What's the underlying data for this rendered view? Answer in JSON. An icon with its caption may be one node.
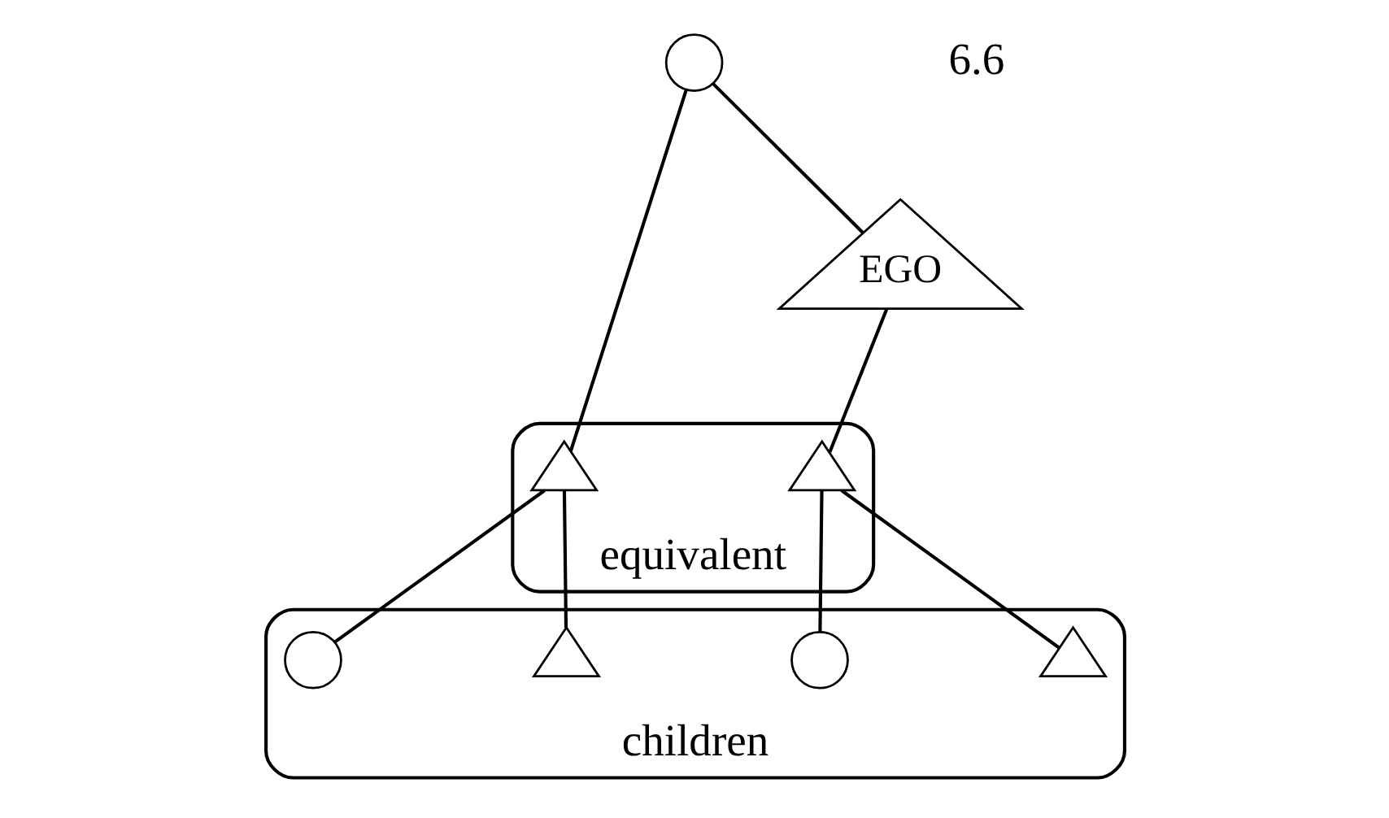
{
  "diagram": {
    "nodes": [
      {
        "text": [],
        "shape": "circle"
      },
      {
        "text": [
          "equivalent"
        ]
      },
      {
        "text": [],
        "shape": "triangle",
        "in": 1
      },
      {
        "text": [
          "EGO"
        ]
      },
      {
        "text": [],
        "shape": "triangle",
        "in": 1
      },
      {
        "text": [
          "children"
        ]
      },
      {
        "text": [],
        "shape": "triangle",
        "in": 5
      },
      {
        "text": [],
        "shape": "circle",
        "in": 5
      },
      {
        "text": [],
        "shape": "triangle",
        "in": 5
      },
      {
        "text": [],
        "shape": "circle",
        "in": 5
      }
    ],
    "edges": [
      {
        "from": 0,
        "to": 2,
        "arrow": "none"
      },
      {
        "from": 0,
        "to": 3,
        "arrow": "none"
      },
      {
        "from": 3,
        "to": 4,
        "arrow": "none"
      },
      {
        "from": 2,
        "to": 6,
        "arrow": "none"
      },
      {
        "from": 2,
        "to": 7,
        "arrow": "none"
      },
      {
        "from": 4,
        "to": 8,
        "arrow": "none"
      },
      {
        "from": 4,
        "to": 9,
        "arrow": "none"
      }
    ],
    "labels": [
      "6.6"
    ]
  }
}
